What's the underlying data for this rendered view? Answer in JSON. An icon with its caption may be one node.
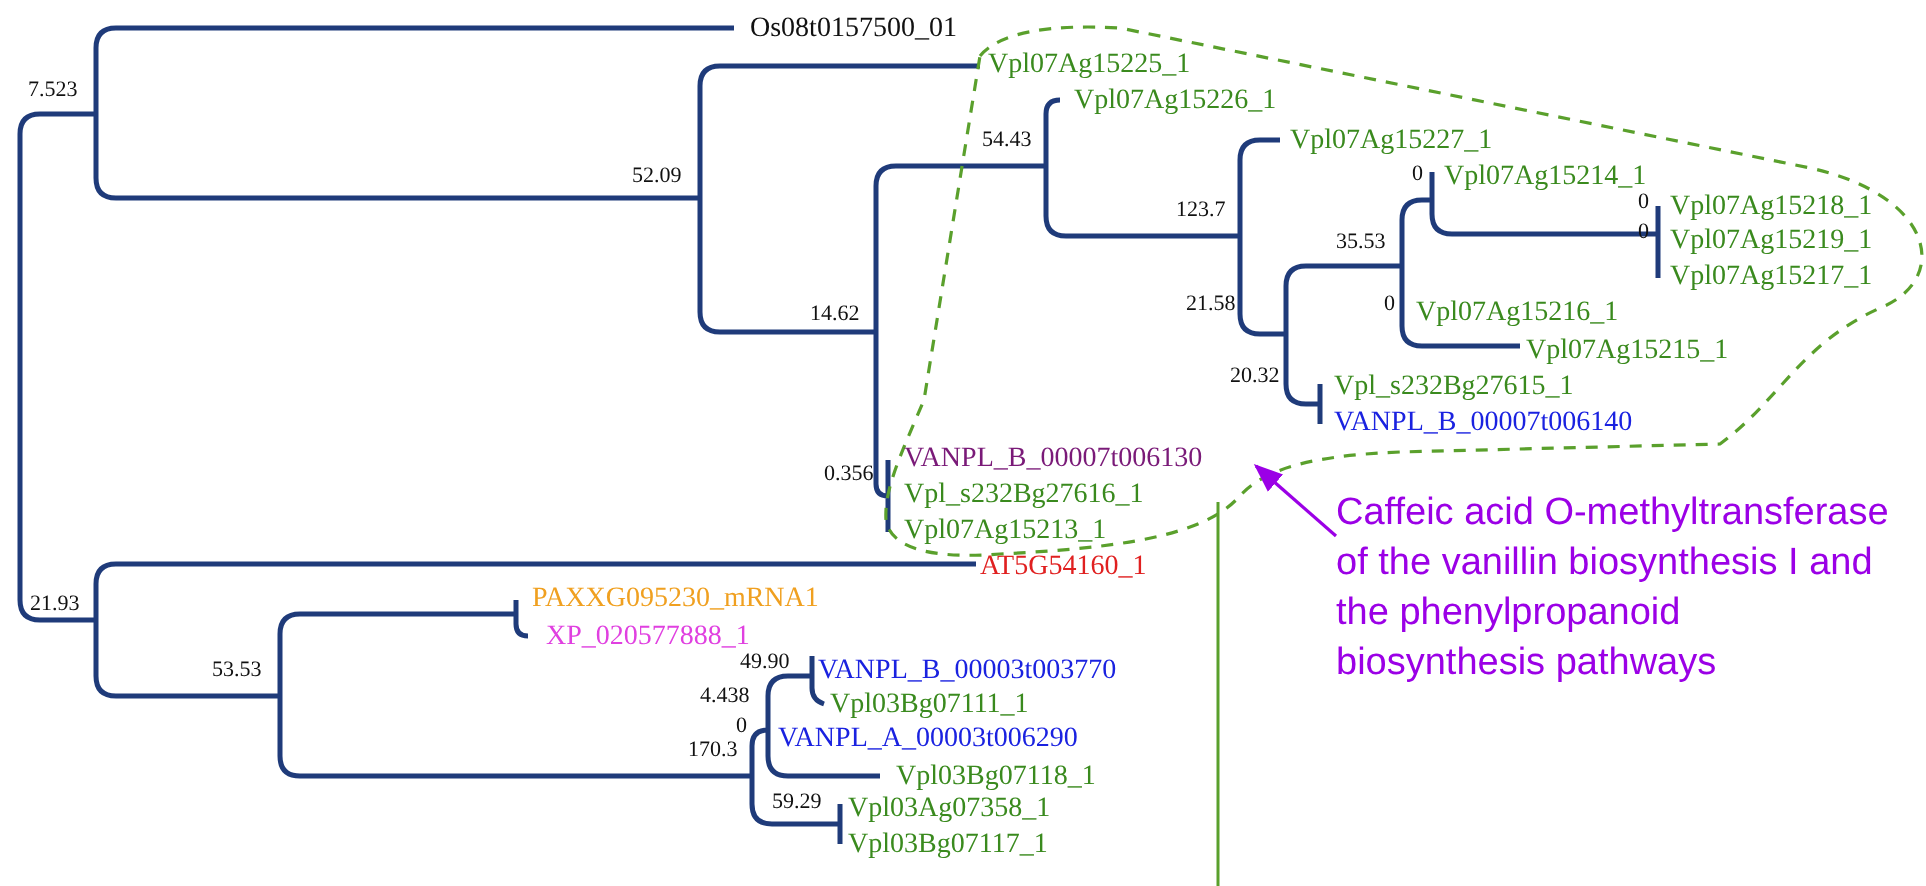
{
  "diagram": {
    "nodes": [
      {
        "text": [],
        "shape": "cloud"
      },
      {
        "text": [
          "Caffeic acid O-methyltransferase of the vanillin biosynthesis I and the phenylpropanoid biosynthesis pathways"
        ]
      }
    ],
    "edges": [
      {
        "from": 1,
        "to": 0,
        "arrow": "to",
        "color": "#9b00e6"
      }
    ],
    "labels": [
      "Os08t0157500_01",
      "7.523",
      "Vpl07Ag15225_1",
      "Vpl07Ag15226_1",
      "54.43",
      "Vpl07Ag15227_1",
      "52.09",
      "0",
      "Vpl07Ag15214_1",
      "0",
      "Vpl07Ag15218_1",
      "123.7",
      "0",
      "Vpl07Ag15219_1",
      "35.53",
      "Vpl07Ag15217_1",
      "0",
      "21.58",
      "Vpl07Ag15216_1",
      "14.62",
      "Vpl07Ag15215_1",
      "20.32",
      "Vpl_s232Bg27615_1",
      "VANPL_B_00007t006140",
      "VANPL_B_00007t006130",
      "0.356",
      "Vpl_s232Bg27616_1",
      "Vpl07Ag15213_1",
      "AT5G54160_1",
      "PAXXG095230_mRNA1",
      "21.93",
      "XP_020577888_1",
      "49.90",
      "VANPL_B_00003t003770",
      "53.53",
      "4.438",
      "Vpl03Bg07111_1",
      "0",
      "VANPL_A_00003t006290",
      "170.3",
      "Vpl03Bg07118_1",
      "59.29",
      "Vpl03Ag07358_1",
      "Vpl03Bg07117_1"
    ]
  }
}
